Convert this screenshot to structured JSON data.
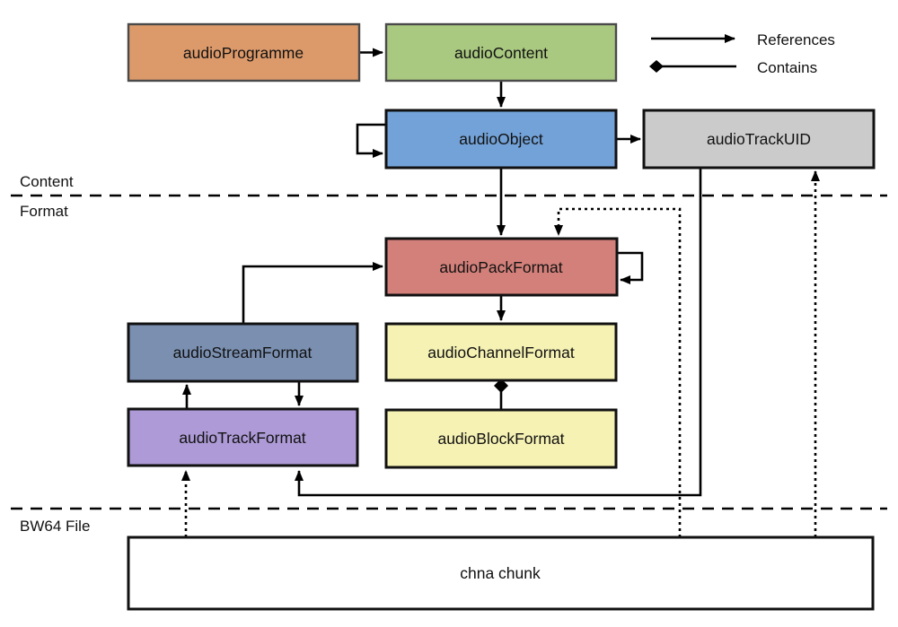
{
  "diagram": {
    "title_hint": "Audio Definition Model structure diagram",
    "sections": {
      "content_label": "Content",
      "format_label": "Format",
      "bw64_label": "BW64 File"
    },
    "legend": {
      "references_label": "References",
      "contains_label": "Contains"
    },
    "nodes": {
      "programme": {
        "label": "audioProgramme",
        "fill": "#DC9A6B"
      },
      "content": {
        "label": "audioContent",
        "fill": "#A9C880"
      },
      "object": {
        "label": "audioObject",
        "fill": "#73A2D8"
      },
      "trackuid": {
        "label": "audioTrackUID",
        "fill": "#CBCBCB"
      },
      "pack": {
        "label": "audioPackFormat",
        "fill": "#D4807A"
      },
      "stream": {
        "label": "audioStreamFormat",
        "fill": "#7B90B1"
      },
      "channel": {
        "label": "audioChannelFormat",
        "fill": "#F6F2B4"
      },
      "track": {
        "label": "audioTrackFormat",
        "fill": "#AD9AD6"
      },
      "block": {
        "label": "audioBlockFormat",
        "fill": "#F6F2B4"
      },
      "chna": {
        "label": "chna chunk",
        "fill": "#FFFFFF"
      }
    },
    "colors": {
      "line": "#000000",
      "box_border": "#111111",
      "top_row_border": "#4a4a4a",
      "text": "#111111",
      "background": "#ffffff"
    }
  }
}
